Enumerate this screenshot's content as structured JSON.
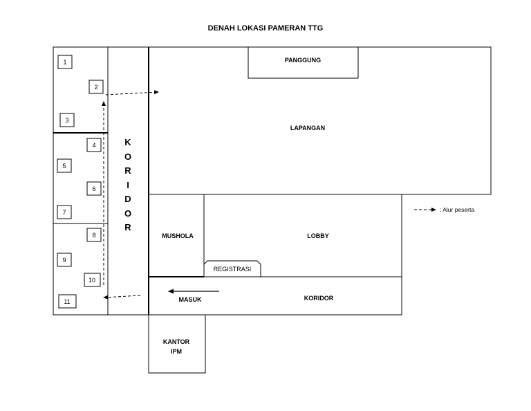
{
  "title": "DENAH LOKASI PAMERAN TTG",
  "rooms": {
    "panggung": "PANGGUNG",
    "lapangan": "LAPANGAN",
    "mushola": "MUSHOLA",
    "lobby": "LOBBY",
    "registrasi": "REGISTRASI",
    "masuk": "MASUK",
    "koridor_bottom": "KORIDOR",
    "kantor_line1": "KANTOR",
    "kantor_line2": "IPM"
  },
  "koridor_vertical": [
    "K",
    "O",
    "R",
    "I",
    "D",
    "O",
    "R"
  ],
  "booths": [
    "1",
    "2",
    "3",
    "4",
    "5",
    "6",
    "7",
    "8",
    "9",
    "10",
    "11"
  ],
  "legend": {
    "label": ": Alur peserta"
  }
}
